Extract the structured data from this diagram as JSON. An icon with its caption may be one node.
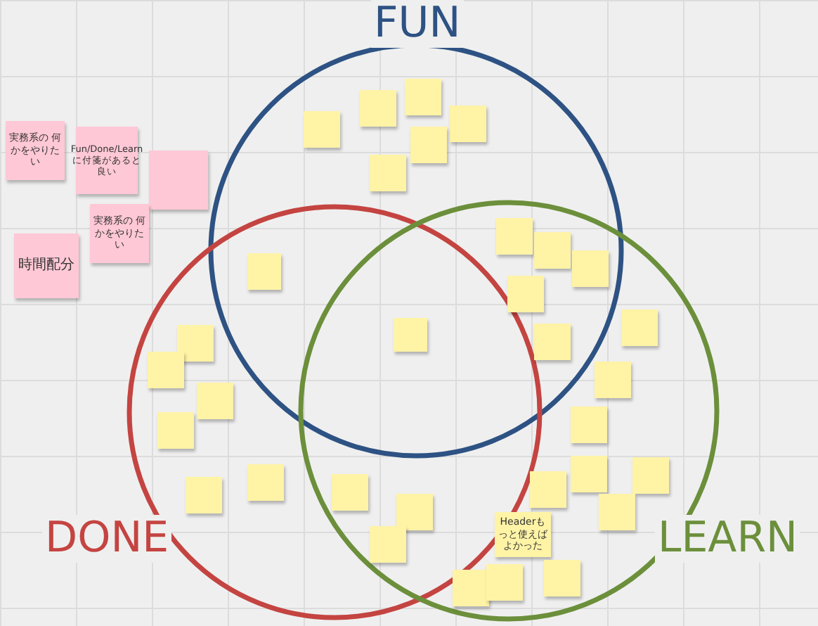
{
  "diagram": {
    "nodes": [
      {
        "text": [
          "FUN"
        ]
      },
      {
        "text": [
          "DONE"
        ]
      },
      {
        "text": [
          "LEARN"
        ]
      },
      {
        "text": [
          "実務系の 何かをやりたい"
        ]
      },
      {
        "text": [
          "Fun/Done/Learnに付箋があると良い"
        ]
      },
      {
        "text": [],
        "shape": "box"
      },
      {
        "text": [
          "実務系の 何かをやりたい"
        ]
      },
      {
        "text": [
          "時間配分"
        ]
      },
      {
        "text": [],
        "shape": "box",
        "in": 0
      },
      {
        "text": [],
        "shape": "box",
        "in": 0
      },
      {
        "text": [],
        "shape": "box",
        "in": 0
      },
      {
        "text": [],
        "shape": "box",
        "in": 0
      },
      {
        "text": [],
        "shape": "box",
        "in": 0
      },
      {
        "text": [],
        "shape": "box",
        "in": 0
      },
      {
        "text": [],
        "shape": "box"
      },
      {
        "text": [],
        "shape": "box"
      },
      {
        "text": [],
        "shape": "box"
      },
      {
        "text": [],
        "shape": "box"
      },
      {
        "text": [],
        "shape": "box"
      },
      {
        "text": [],
        "shape": "box"
      },
      {
        "text": [],
        "shape": "box"
      },
      {
        "text": [],
        "shape": "box",
        "in": 2
      },
      {
        "text": [],
        "shape": "box",
        "in": 2
      },
      {
        "text": [],
        "shape": "box",
        "in": 1
      },
      {
        "text": [],
        "shape": "box",
        "in": 1
      },
      {
        "text": [],
        "shape": "box",
        "in": 1
      },
      {
        "text": [],
        "shape": "box",
        "in": 1
      },
      {
        "text": [],
        "shape": "box",
        "in": 1
      },
      {
        "text": [],
        "shape": "box",
        "in": 1
      },
      {
        "text": [],
        "shape": "box",
        "in": 2
      },
      {
        "text": [],
        "shape": "box",
        "in": 2
      },
      {
        "text": [],
        "shape": "box",
        "in": 2
      },
      {
        "text": [],
        "shape": "box",
        "in": 2
      },
      {
        "text": [],
        "shape": "box",
        "in": 2
      },
      {
        "text": [],
        "shape": "box"
      },
      {
        "text": [
          "Headerもっと使えばよかった"
        ],
        "in": 2
      },
      {
        "text": [],
        "shape": "box"
      },
      {
        "text": [],
        "shape": "box"
      },
      {
        "text": [],
        "shape": "box",
        "in": 2
      },
      {
        "text": [],
        "shape": "box",
        "in": 2
      },
      {
        "text": [],
        "shape": "box",
        "in": 2
      }
    ]
  }
}
